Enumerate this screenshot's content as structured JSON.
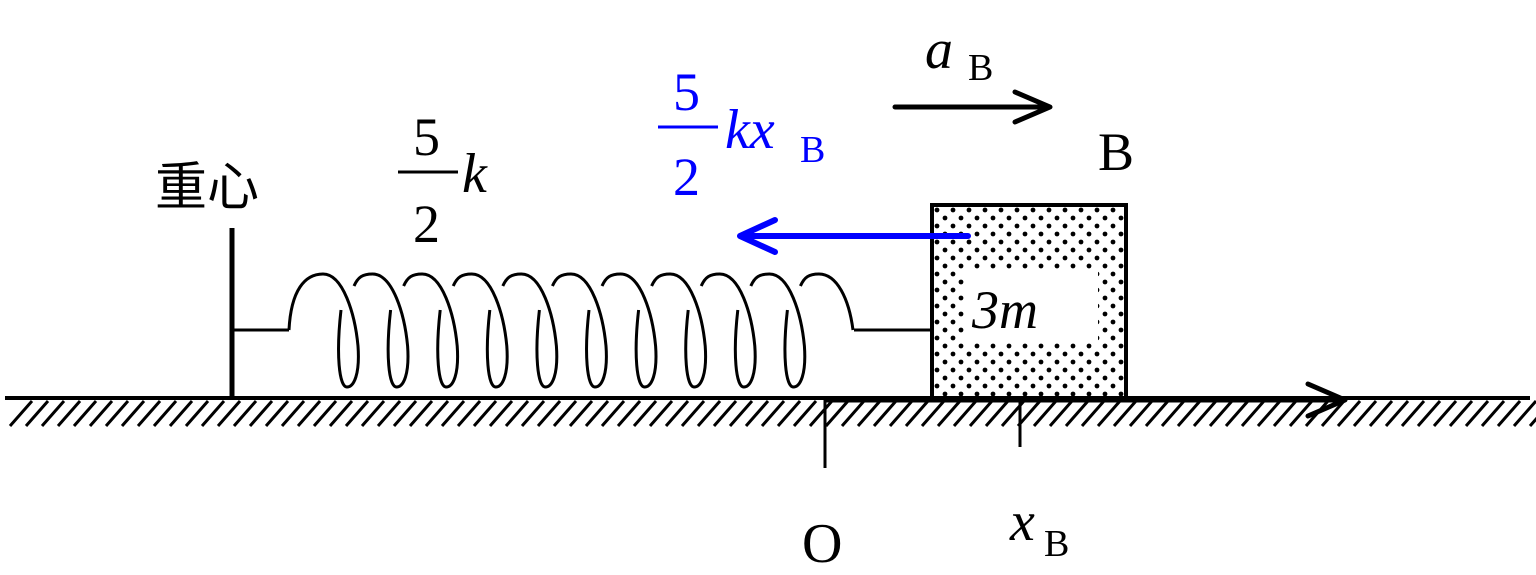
{
  "labels": {
    "center_of_mass": "重心",
    "spring_const_num": "5",
    "spring_const_den": "2",
    "spring_const_var": "k",
    "force_num": "5",
    "force_den": "2",
    "force_var": "kx",
    "force_sub": "B",
    "accel_var": "a",
    "accel_sub": "B",
    "block_name": "B",
    "block_mass": "3m",
    "origin": "O",
    "pos_var": "x",
    "pos_sub": "B"
  },
  "colors": {
    "force": "#0000ff",
    "ink": "#000000"
  }
}
